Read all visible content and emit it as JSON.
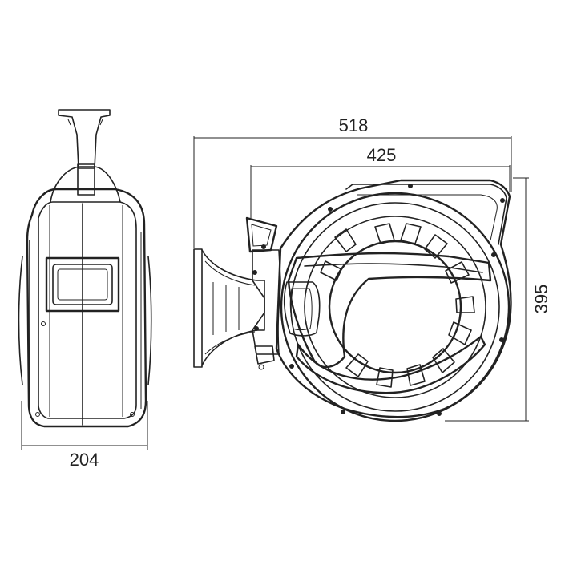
{
  "dimensions": {
    "overall_width": "518",
    "drum_width": "425",
    "height": "395",
    "depth": "204"
  },
  "colors": {
    "line": "#222222",
    "background": "#ffffff"
  }
}
